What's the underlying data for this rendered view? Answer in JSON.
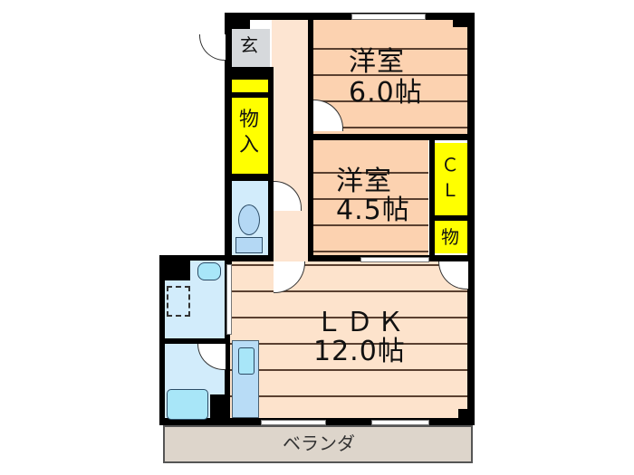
{
  "floor_plan": {
    "rooms": [
      {
        "id": "western-room-1",
        "name": "洋室",
        "size": "6.0帖"
      },
      {
        "id": "western-room-2",
        "name": "洋室",
        "size": "4.5帖"
      },
      {
        "id": "ldk",
        "name": "ＬＤＫ",
        "size": "12.0帖"
      },
      {
        "id": "entrance",
        "name": "玄"
      },
      {
        "id": "storage-1",
        "name": "物入"
      },
      {
        "id": "closet",
        "name": "ＣＬ"
      },
      {
        "id": "storage-2",
        "name": "物"
      },
      {
        "id": "veranda",
        "name": "ベランダ"
      }
    ],
    "labels": {
      "room1_name": "洋室",
      "room1_size": "6.0帖",
      "room2_name": "洋室",
      "room2_size": "4.5帖",
      "ldk_name": "ＬＤＫ",
      "ldk_size": "12.0帖",
      "entrance": "玄",
      "storage1_line1": "物",
      "storage1_line2": "入",
      "closet_line1": "Ｃ",
      "closet_line2": "Ｌ",
      "storage2": "物",
      "veranda": "ベランダ"
    },
    "colors": {
      "wood_floor": "#fcd2b0",
      "hallway": "#fde5d2",
      "storage": "#ffff00",
      "wet_area": "#d2ecfb",
      "entrance": "#d6d9dc",
      "veranda": "#ddd5cb",
      "wall": "#000000"
    }
  }
}
